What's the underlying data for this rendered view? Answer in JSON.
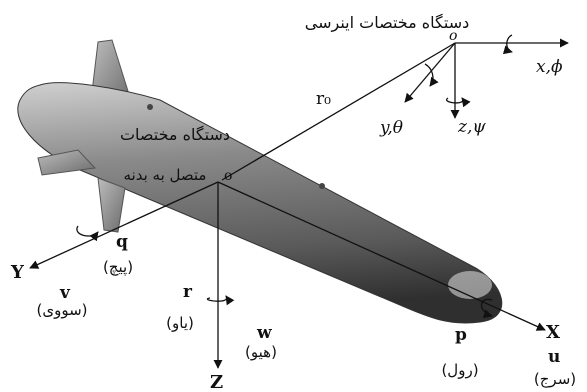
{
  "inertial": {
    "title": "دستگاه مختصات اینرسی",
    "origin": "o",
    "x_axis": "x,ϕ",
    "y_axis": "y,θ",
    "z_axis": "z,ψ"
  },
  "position_vector": "r₀",
  "body": {
    "title_line1": "دستگاه مختصات",
    "title_line2": "متصل به بدنه",
    "origin": "o",
    "x_axis": "X",
    "y_axis": "Y",
    "z_axis": "Z",
    "surge_rate": "u",
    "surge_name": "(سرج)",
    "sway_rate": "v",
    "sway_name": "(سووی)",
    "heave_rate": "w",
    "heave_name": "(هیو)",
    "roll_rate": "p",
    "roll_name": "(رول)",
    "pitch_rate": "q",
    "pitch_name": "(پیچ)",
    "yaw_rate": "r",
    "yaw_name": "(یاو)"
  },
  "colors": {
    "hull_dark": "#3c3c3c",
    "hull_light": "#d8d8d8",
    "lines": "#111111"
  }
}
